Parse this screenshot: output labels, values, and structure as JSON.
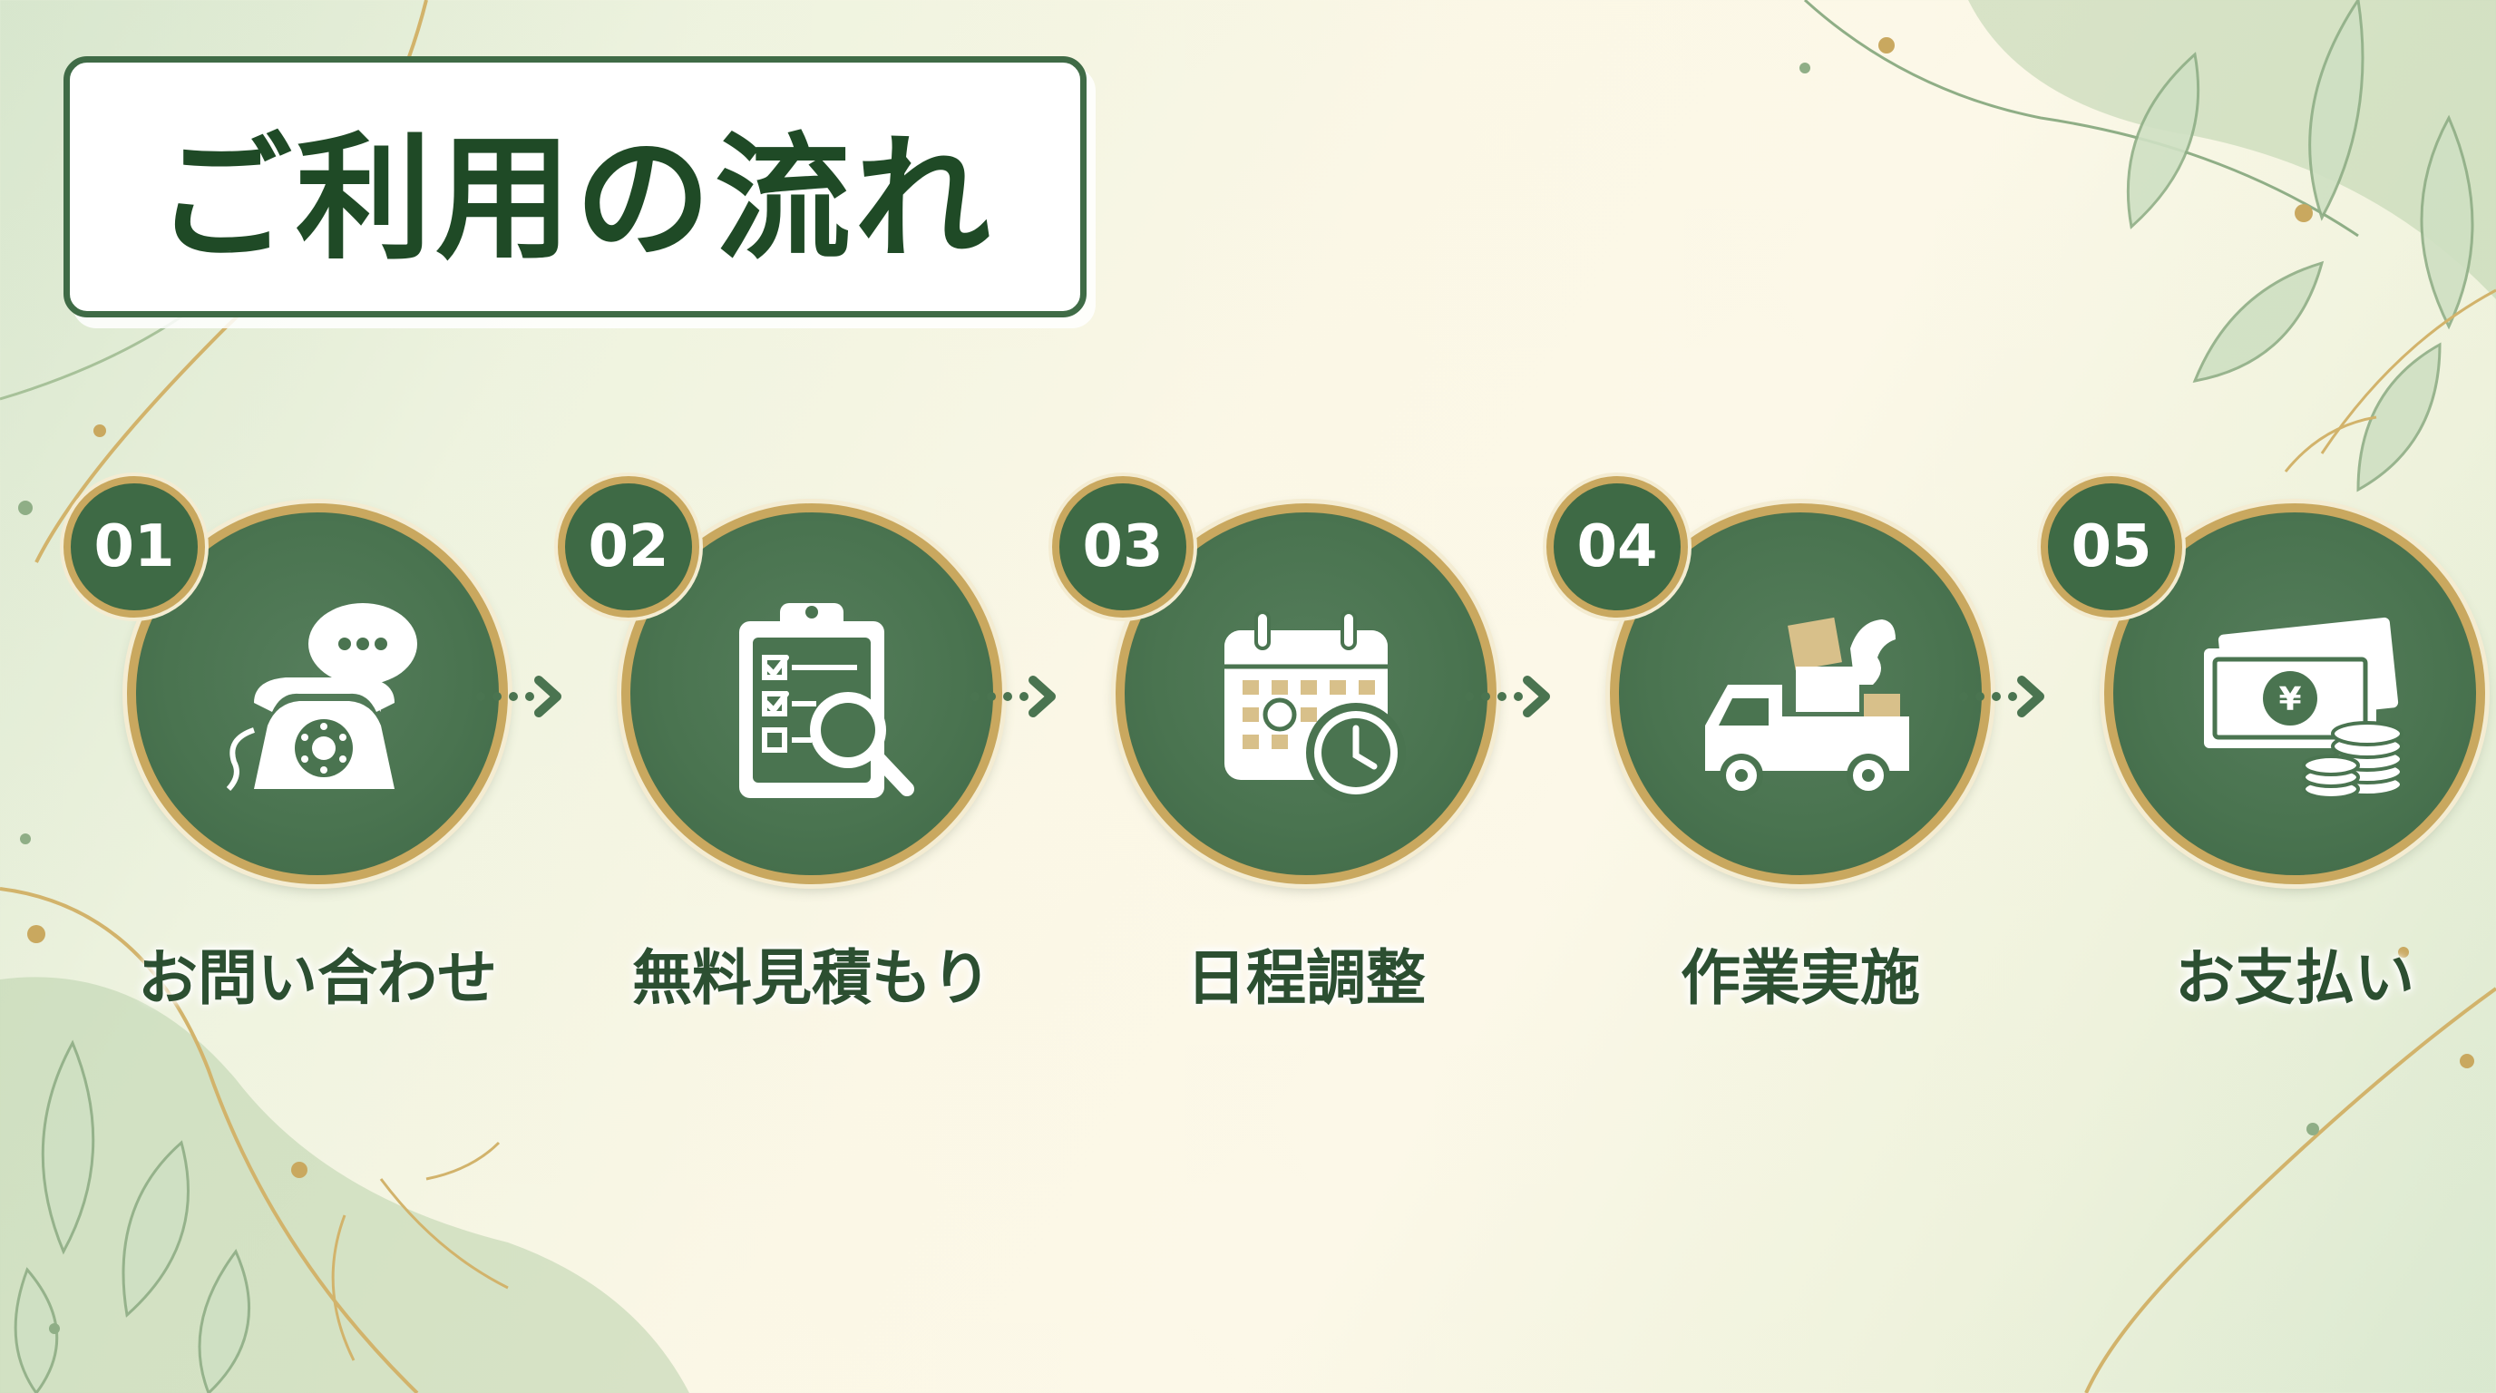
{
  "title": "ご利用の流れ",
  "colors": {
    "dark_green": "#3e6a45",
    "gold": "#c9a85f",
    "title_text": "#1f4a26",
    "label_text": "#2c4f31"
  },
  "steps": [
    {
      "number": "01",
      "label": "お問い合わせ",
      "icon": "telephone-chat-icon"
    },
    {
      "number": "02",
      "label": "無料見積もり",
      "icon": "clipboard-magnifier-icon"
    },
    {
      "number": "03",
      "label": "日程調整",
      "icon": "calendar-clock-icon"
    },
    {
      "number": "04",
      "label": "作業実施",
      "icon": "moving-truck-icon"
    },
    {
      "number": "05",
      "label": "お支払い",
      "icon": "banknote-coins-icon"
    }
  ]
}
